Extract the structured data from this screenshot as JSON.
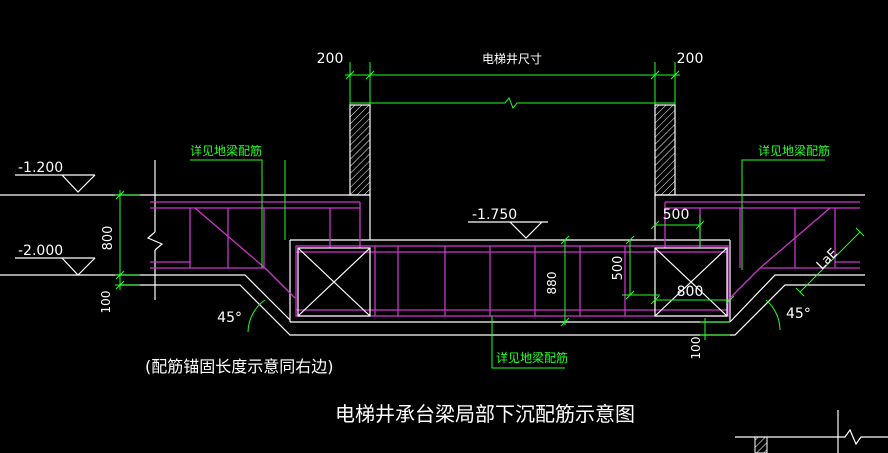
{
  "labels": {
    "dim_wall_left": "200",
    "dim_shaft": "电梯井尺寸",
    "dim_wall_right": "200",
    "note_beam_left": "详见地梁配筋",
    "note_beam_right": "详见地梁配筋",
    "note_beam_bottom": "详见地梁配筋",
    "elev_top": "-1.200",
    "elev_bottom": "-2.000",
    "elev_pit": "-1.750",
    "dim_beam_depth": "800",
    "dim_offset": "100",
    "dim_pit_depth": "880",
    "dim_haunch_w": "500",
    "dim_haunch_h": "500",
    "dim_haunch_len": "800",
    "dim_bottom_cover": "100",
    "angle_left": "45°",
    "angle_right": "45°",
    "anchor_label": "LaE",
    "note_anchor": "(配筋锚固长度示意同右边)",
    "title": "电梯井承台梁局部下沉配筋示意图"
  },
  "colors": {
    "background": "#000000",
    "outline": "#ffffff",
    "dimension": "#22ff22",
    "rebar": "#cc33cc"
  }
}
